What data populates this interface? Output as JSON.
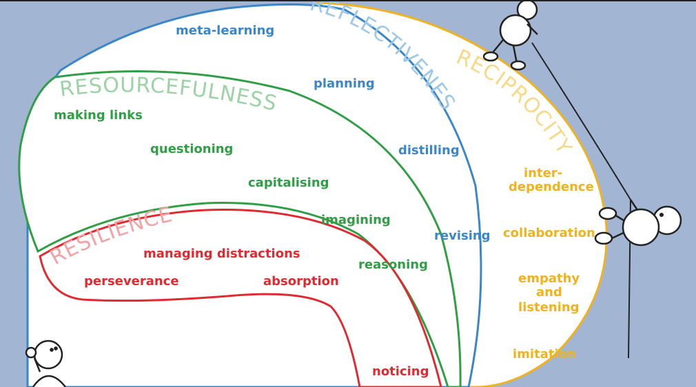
{
  "colors": {
    "background": "#a2b5d2",
    "reflectiveness": "#3a86c8",
    "reflectiveness_light": "#9ec8ea",
    "resourcefulness": "#2f9e45",
    "resourcefulness_light": "#9bd3a6",
    "resilience": "#e02a2f",
    "resilience_light": "#f2a3a5",
    "reciprocity": "#f2b21c",
    "reciprocity_light": "#f7d98a",
    "figure": "#222222"
  },
  "dispositions": {
    "reflectiveness": {
      "title": "REFLECTIVENESS",
      "skills": [
        "meta-learning",
        "planning",
        "distilling",
        "revising"
      ]
    },
    "resourcefulness": {
      "title": "RESOURCEFULNESS",
      "skills": [
        "making links",
        "questioning",
        "capitalising",
        "imagining",
        "reasoning"
      ]
    },
    "resilience": {
      "title": "RESILIENCE",
      "skills": [
        "managing distractions",
        "perseverance",
        "absorption",
        "noticing"
      ]
    },
    "reciprocity": {
      "title": "RECIPROCITY",
      "skills_lines": [
        [
          "inter-",
          "dependence"
        ],
        [
          "collaboration"
        ],
        [
          "empathy",
          "and",
          "listening"
        ],
        [
          "imitation"
        ]
      ]
    }
  },
  "figures": [
    "climber-top",
    "climber-rope",
    "figure-bottom-left"
  ]
}
